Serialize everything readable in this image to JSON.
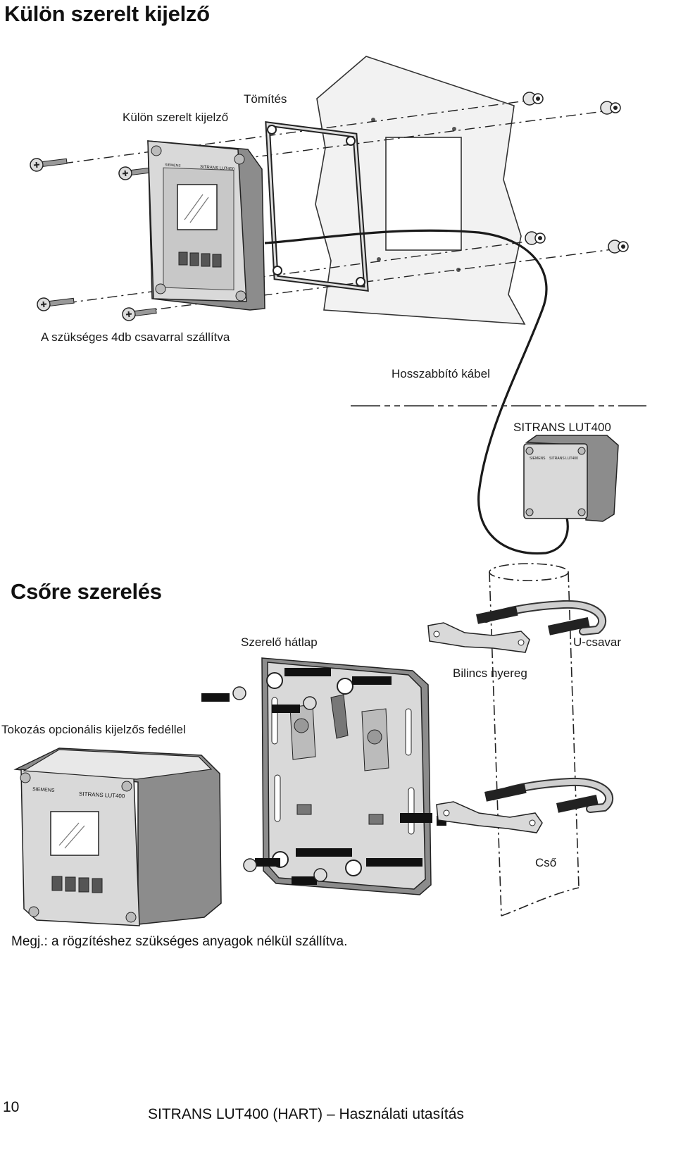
{
  "section1": {
    "title": "Külön szerelt kijelző",
    "labels": {
      "seal": "Tömítés",
      "remote_display": "Külön szerelt kijelző",
      "screws": "A szükséges 4db csavarral szállítva",
      "cable": "Hosszabbító kábel",
      "transmitter": "SITRANS LUT400"
    }
  },
  "section2": {
    "title": "Csőre szerelés",
    "labels": {
      "backplate": "Szerelő hátlap",
      "u_bolt": "U-csavar",
      "clamp_saddle": "Bilincs nyereg",
      "enclosure": "Tokozás opcionális kijelzős fedéllel",
      "pipe": "Cső"
    },
    "note": "Megj.: a rögzítéshez szükséges anyagok nélkül szállítva."
  },
  "device_print": {
    "brand": "SIEMENS",
    "model": "SITRANS LUT400"
  },
  "footer": {
    "page_number": "10",
    "doc_title": "SITRANS LUT400 (HART) – Használati utasítás"
  },
  "colors": {
    "device_body": "#d9d9d9",
    "device_dark": "#8c8c8c",
    "wall": "#f2f2f2",
    "line": "#1a1a1a"
  }
}
